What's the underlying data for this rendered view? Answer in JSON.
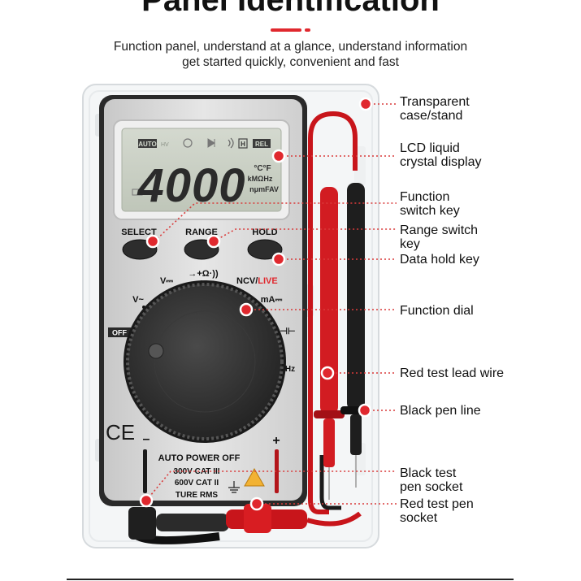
{
  "header": {
    "title": "Panel Identification",
    "subtitle_lines": [
      "Function panel, understand at a glance, understand information",
      "get started quickly, convenient and fast"
    ]
  },
  "display": {
    "reading": "4000",
    "indicators": {
      "auto": "AUTO",
      "rel": "REL",
      "hold": "H",
      "hv": "HV"
    },
    "units": {
      "temp": "°C°F",
      "ohm": "kMΩHz",
      "amp": "nμmFAV"
    }
  },
  "buttons": {
    "select": "SELECT",
    "range": "RANGE",
    "hold": "HOLD"
  },
  "dial": {
    "off": "OFF",
    "v_dc": "V⎓",
    "v_ac": "V~",
    "diode_ohm": "→+Ω·))",
    "ncv": "NCV/",
    "live": "LIVE",
    "ma": "mA⎓",
    "cap": "⊣⊢",
    "hz": "Hz"
  },
  "panel_text": {
    "ce": "CE",
    "minus": "–",
    "plus": "+",
    "auto_power_off": "AUTO POWER OFF",
    "cat3": "300V CAT III",
    "cat2": "600V CAT II",
    "true_rms": "TURE RMS"
  },
  "callouts": [
    {
      "lines": [
        "Transparent",
        "case/stand"
      ]
    },
    {
      "lines": [
        "LCD liquid",
        "crystal display"
      ]
    },
    {
      "lines": [
        "Function",
        "switch key"
      ]
    },
    {
      "lines": [
        "Range switch",
        "key"
      ]
    },
    {
      "lines": [
        "Data hold key"
      ]
    },
    {
      "lines": [
        "Function dial"
      ]
    },
    {
      "lines": [
        "Red test lead wire"
      ]
    },
    {
      "lines": [
        "Black pen line"
      ]
    },
    {
      "lines": [
        "Black test",
        "pen socket"
      ]
    },
    {
      "lines": [
        "Red test pen",
        "socket"
      ]
    }
  ],
  "colors": {
    "accent": "#e0282e",
    "callout_line": "#d93a3a",
    "lcd_bg": "#c9cfc3",
    "body_gray": "#d9d9d9",
    "dial_dark": "#2e2e2e"
  }
}
